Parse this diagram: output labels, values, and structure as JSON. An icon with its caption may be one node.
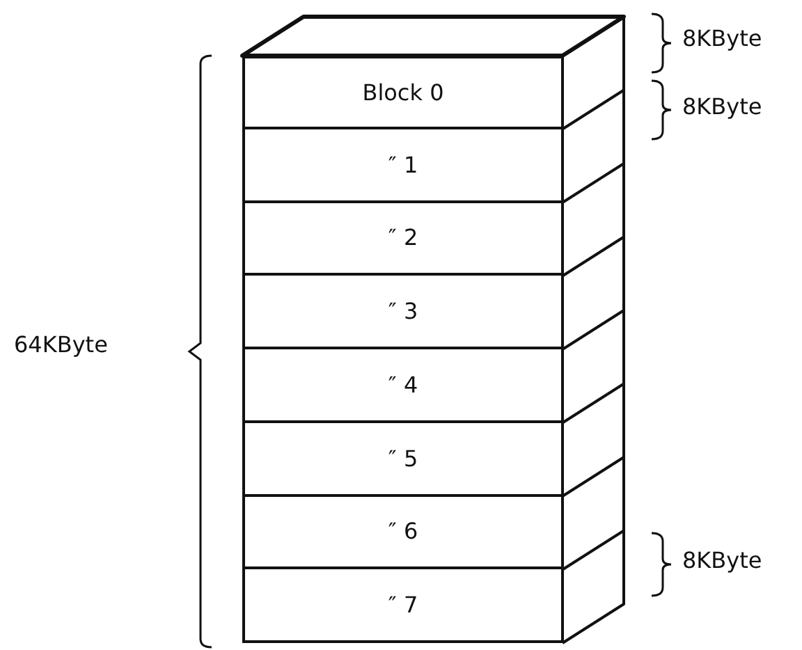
{
  "diagram": {
    "nodes": [
      {
        "text": [
          "Block 0"
        ]
      },
      {
        "text": [
          "″ 1"
        ]
      },
      {
        "text": [
          "″ 2"
        ]
      },
      {
        "text": [
          "″ 3"
        ]
      },
      {
        "text": [
          "″ 4"
        ]
      },
      {
        "text": [
          "″ 5"
        ]
      },
      {
        "text": [
          "″ 6"
        ]
      },
      {
        "text": [
          "″ 7"
        ]
      }
    ],
    "labels": [
      "8KByte",
      "8KByte",
      "64KByte",
      "8KByte"
    ]
  }
}
